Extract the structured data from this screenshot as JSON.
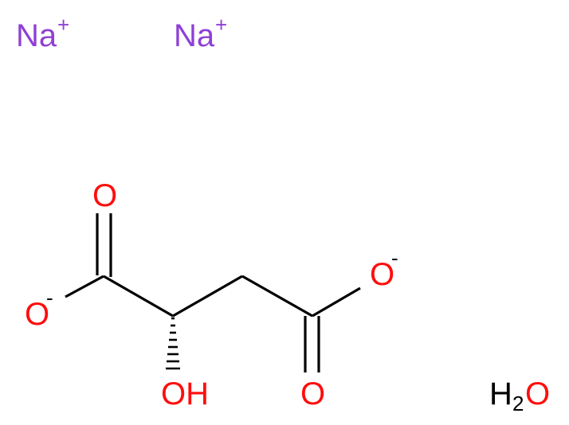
{
  "colors": {
    "sodium": "#8f3fd6",
    "oxygen": "#ff0d0d",
    "bond": "#000000",
    "background": "#ffffff"
  },
  "ions": [
    {
      "element": "Na",
      "charge": "+"
    },
    {
      "element": "Na",
      "charge": "+"
    }
  ],
  "anion": {
    "carbonyl_o_left": "O",
    "oxide_left": "O",
    "oxide_left_charge": "-",
    "carbonyl_o_right": "O",
    "oxide_right": "O",
    "oxide_right_charge": "-",
    "hydroxyl": "OH"
  },
  "water": {
    "h": "H",
    "h_count": "2",
    "o": "O"
  }
}
